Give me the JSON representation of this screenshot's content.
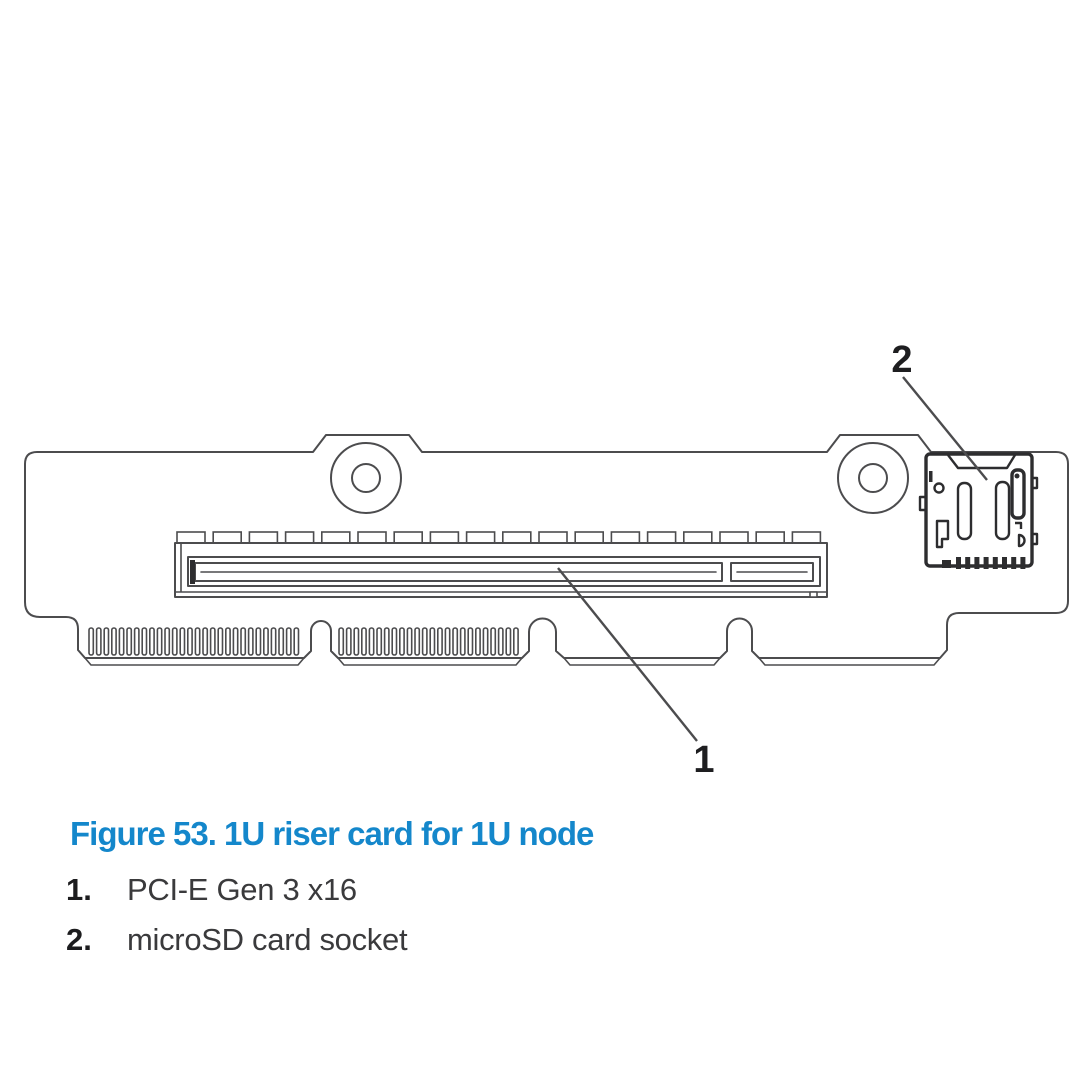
{
  "page": {
    "background": "#ffffff"
  },
  "figure": {
    "caption": "Figure 53. 1U riser card for 1U node",
    "caption_color": "#1487cb",
    "diagram_line_color": "#4c4c4e",
    "callout_number_color": "#1e1e20",
    "callouts": [
      {
        "number": "1",
        "marker": "1.",
        "label": "PCI-E Gen 3 x16"
      },
      {
        "number": "2",
        "marker": "2.",
        "label": "microSD card socket"
      }
    ]
  }
}
